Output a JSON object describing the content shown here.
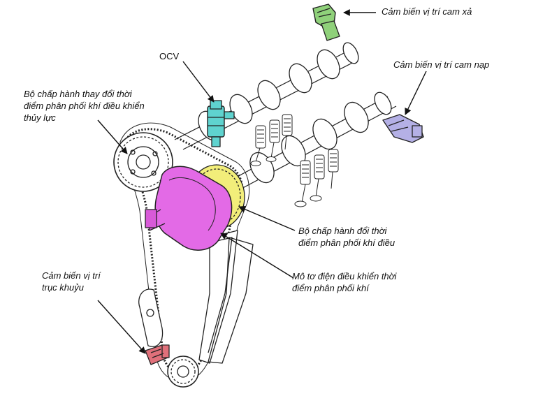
{
  "labels": {
    "exhaust_cam_sensor": "Cảm biến vị trí cam xả",
    "ocv": "OCV",
    "intake_cam_sensor": "Cảm biến vị trí cam nạp",
    "hydraulic_vvt_line1": "Bộ chấp hành thay đổi thời",
    "hydraulic_vvt_line2": "điểm phân phối khí điều khiển",
    "hydraulic_vvt_line3": "thủy lực",
    "electric_vvt_line1": "Bộ chấp hành đổi thời",
    "electric_vvt_line2": "điểm phân phối khí điều",
    "motor_line1": "Mô tơ điện điều khiển thời",
    "motor_line2": "điểm phân phối khí",
    "crank_sensor_line1": "Cảm biến vị trí",
    "crank_sensor_line2": "trục khuỷu"
  },
  "component_colors": {
    "exhaust_cam_sensor": "#8fd17a",
    "ocv": "#5fd3cf",
    "intake_cam_sensor": "#b4b0e6",
    "electric_motor": "#e36ae6",
    "electric_vvt_actuator": "#f2ee7a",
    "crank_sensor": "#e0707a"
  }
}
